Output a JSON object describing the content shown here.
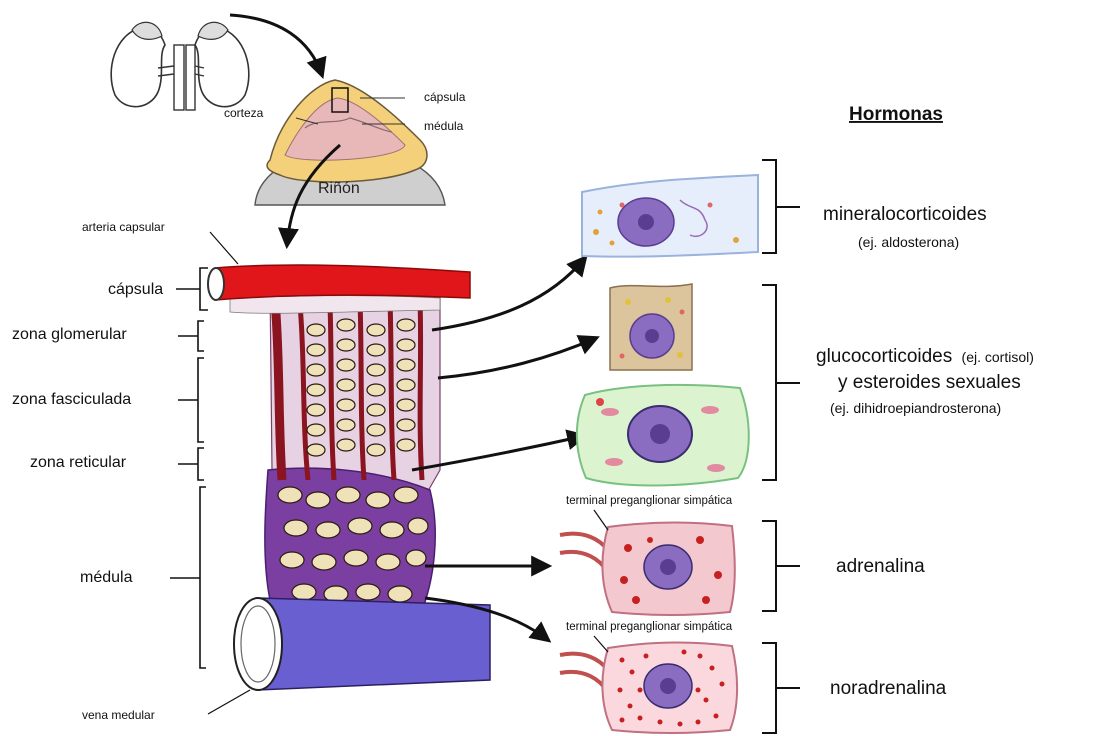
{
  "kidney_inset": {
    "corteza": "corteza",
    "capsula": "cápsula",
    "medula": "médula",
    "rinon": "Riñón"
  },
  "left_labels": {
    "arteria_capsular": "arteria capsular",
    "capsula": "cápsula",
    "zona_glomerular": "zona glomerular",
    "zona_fasciculada": "zona fasciculada",
    "zona_reticular": "zona reticular",
    "medula": "médula",
    "vena_medular": "vena medular"
  },
  "cell_labels": {
    "terminal_1": "terminal preganglionar simpática",
    "terminal_2": "terminal preganglionar simpática"
  },
  "hormones": {
    "header": "Hormonas",
    "mineral": "mineralocorticoides",
    "mineral_ex": "(ej. aldosterona)",
    "gluco_main": "glucocorticoides",
    "gluco_ex": "(ej. cortisol)",
    "sex_main": "y esteroides sexuales",
    "sex_ex": "(ej. dihidroepiandrosterona)",
    "adrenalina": "adrenalina",
    "noradrenalina": "noradrenalina"
  },
  "colors": {
    "artery": "#e0161b",
    "vein": "#6a5fd0",
    "medulla_purple": "#7a3fa0",
    "cortex_pink": "#e8d4e4",
    "cell_blue": "#e7eefb",
    "cell_tan": "#dcc49c",
    "cell_green": "#dcf3cf",
    "cell_pink": "#f4c8cf",
    "nucleus": "#8a6cc0"
  }
}
